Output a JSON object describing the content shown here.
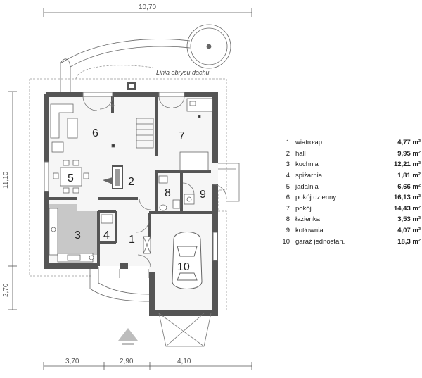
{
  "dimensions": {
    "top_width": "10,70",
    "left_height": "11,10",
    "left_bottom": "2,70",
    "bottom_1": "3,70",
    "bottom_2": "2,90",
    "bottom_3": "4,10"
  },
  "roof_outline_label": "Linia obrysu dachu",
  "room_numbers": [
    "1",
    "2",
    "3",
    "4",
    "5",
    "6",
    "7",
    "8",
    "9",
    "10"
  ],
  "unit": "m²",
  "rooms": [
    {
      "num": "1",
      "name": "wiatrołap",
      "area": "4,77"
    },
    {
      "num": "2",
      "name": "hall",
      "area": "9,95"
    },
    {
      "num": "3",
      "name": "kuchnia",
      "area": "12,21"
    },
    {
      "num": "4",
      "name": "spiżarnia",
      "area": "1,81"
    },
    {
      "num": "5",
      "name": "jadalnia",
      "area": "6,66"
    },
    {
      "num": "6",
      "name": "pokój dzienny",
      "area": "16,13"
    },
    {
      "num": "7",
      "name": "pokój",
      "area": "14,43"
    },
    {
      "num": "8",
      "name": "łazienka",
      "area": "3,53"
    },
    {
      "num": "9",
      "name": "kotłownia",
      "area": "4,07"
    },
    {
      "num": "10",
      "name": "garaż jednostan.",
      "area": "18,3"
    }
  ],
  "colors": {
    "wall": "#555555",
    "kitchen_floor": "#c8c8c8",
    "floor": "#f6f6f6",
    "dim_line": "#555555",
    "entrance_marker": "#bdbdbd"
  }
}
